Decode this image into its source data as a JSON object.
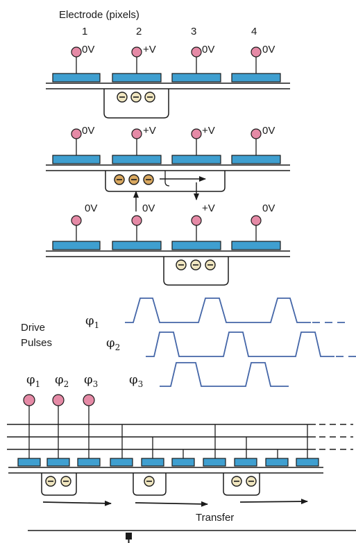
{
  "title": "Electrode (pixels)",
  "pixel_numbers": [
    "1",
    "2",
    "3",
    "4"
  ],
  "stage1_voltages": [
    "0V",
    "+V",
    "0V",
    "0V"
  ],
  "stage2_voltages": [
    "0V",
    "+V",
    "+V",
    "0V"
  ],
  "stage3_voltages": [
    "0V",
    "0V",
    "+V",
    "0V"
  ],
  "drive_pulses_label": [
    "Drive",
    "Pulses"
  ],
  "phase_symbol": "φ",
  "phase_numbers": [
    "1",
    "2",
    "3"
  ],
  "transfer_label": "Transfer",
  "colors": {
    "electrode": "#3f9fd0",
    "pad": "#e58aa6",
    "pulse": "#4466a8",
    "electron": "#f0e6c0",
    "electron_moving": "#d9a860"
  }
}
